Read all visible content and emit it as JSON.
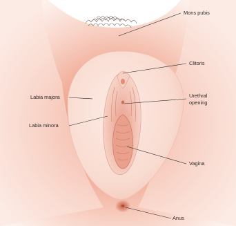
{
  "labels": {
    "mons_pubis": "Mons pubis",
    "clitoris": "Clitoris",
    "labia_majora": "Labia majora",
    "urethral_opening_1": "Urethral",
    "urethral_opening_2": "opening",
    "labia_minora": "Labia minora",
    "vagina": "Vagina",
    "anus": "Anus"
  },
  "colors": {
    "skin_light": "#fbe3d9",
    "skin_mid": "#f2b7a2",
    "skin_dark": "#e8866b",
    "labia_fill": "#f9dcd2",
    "inner_pink": "#efb2a2",
    "hair": "#6b5a4f",
    "leader_line": "#222222",
    "label_text": "#2b2b2b"
  }
}
